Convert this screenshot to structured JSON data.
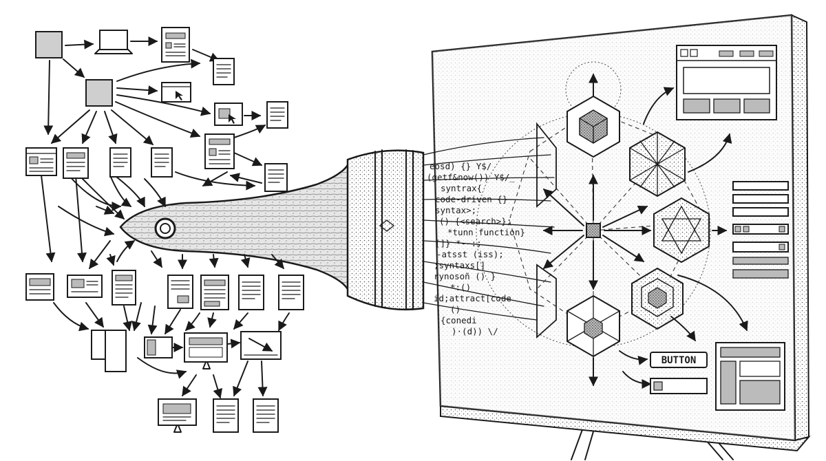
{
  "brush": {
    "code_lines": [
      "eosd) {} Y$/",
      "(getf&now()) Y$/_",
      "syntrax{",
      "code-driven {}",
      "syntax>;",
      "() {<search>};",
      "*tunn function}",
      "[]} *--:;",
      "-atsst (iss);",
      ";syntaxs[]",
      "rynosoñ () }",
      "*:()",
      "id;attract[code",
      "()",
      "{conedi",
      ")·(d)) \\/"
    ]
  },
  "canvas": {
    "button_label": "BUTTON"
  },
  "icons": {
    "workflow": "flowchart-icon",
    "brush": "paintbrush-icon",
    "geometry": "hexagon-cube-icon",
    "ui": "wireframe-icon"
  },
  "colors": {
    "ink": "#1a1a1a",
    "fill_grey": "#cfcfcf",
    "paper": "#ffffff"
  }
}
